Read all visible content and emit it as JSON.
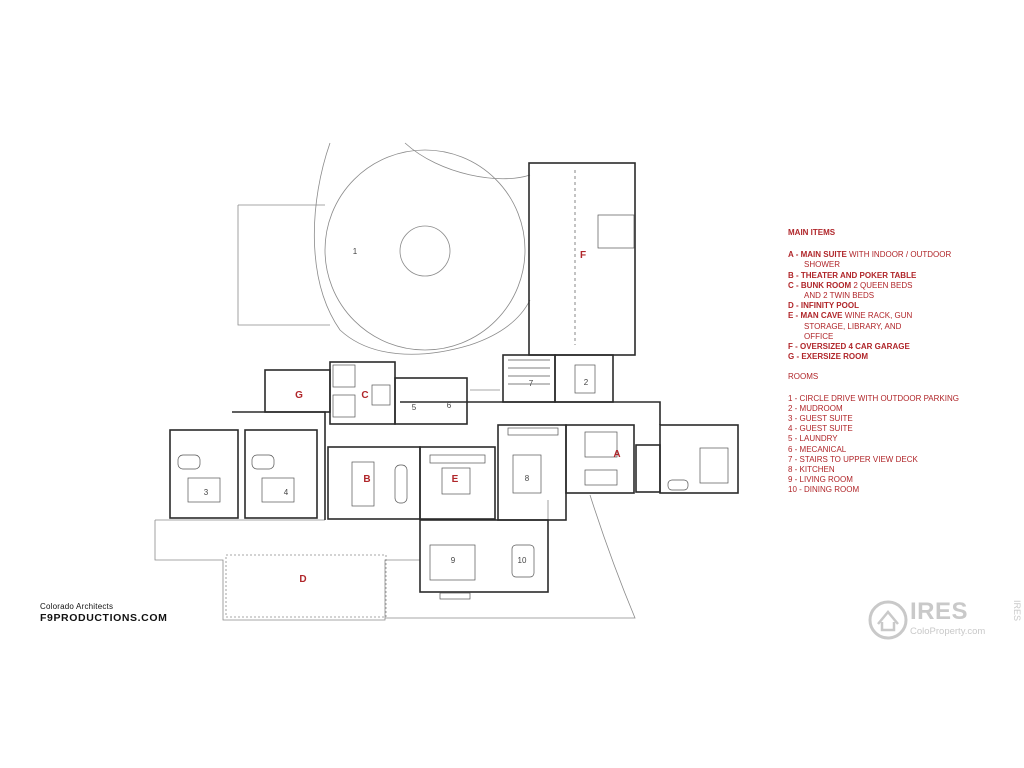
{
  "legend": {
    "title": "MAIN ITEMS",
    "items": [
      {
        "key": "A - MAIN SUITE",
        "desc": " WITH INDOOR / OUTDOOR",
        "cont": "SHOWER"
      },
      {
        "key": "B - THEATER AND POKER TABLE",
        "desc": "",
        "cont": ""
      },
      {
        "key": "C - BUNK ROOM",
        "desc": " 2 QUEEN BEDS",
        "cont": "AND 2 TWIN BEDS"
      },
      {
        "key": "D - INFINITY POOL",
        "desc": "",
        "cont": ""
      },
      {
        "key": "E - MAN CAVE",
        "desc": " WINE RACK, GUN",
        "cont": "STORAGE, LIBRARY, AND OFFICE"
      },
      {
        "key": "F - OVERSIZED 4 CAR GARAGE",
        "desc": "",
        "cont": ""
      },
      {
        "key": "G - EXERSIZE ROOM",
        "desc": "",
        "cont": ""
      }
    ],
    "rooms_title": "ROOMS",
    "rooms": [
      "1 - CIRCLE DRIVE WITH OUTDOOR PARKING",
      "2 - MUDROOM",
      "3 - GUEST SUITE",
      "4 - GUEST SUITE",
      "5 - LAUNDRY",
      "6 - MECANICAL",
      "7 - STAIRS TO UPPER VIEW DECK",
      "8 - KITCHEN",
      "9 - LIVING ROOM",
      "10 - DINING ROOM"
    ]
  },
  "plan_labels": {
    "r1": "1",
    "r2": "2",
    "r3": "3",
    "r4": "4",
    "r5": "5",
    "r6": "6",
    "r7": "7",
    "r8": "8",
    "r9": "9",
    "r10": "10",
    "A": "A",
    "B": "B",
    "C": "C",
    "D": "D",
    "E": "E",
    "F": "F",
    "G": "G"
  },
  "credit": {
    "line1": "Colorado Architects",
    "line2": "F9PRODUCTIONS.COM"
  },
  "watermark": {
    "brand": "IRES",
    "site": "ColoProperty.com",
    "side": "IRES"
  },
  "colors": {
    "accent": "#b0262a",
    "wall": "#2b2b2b",
    "fine_line": "#8a8a8a",
    "watermark": "#c9c9c9"
  }
}
